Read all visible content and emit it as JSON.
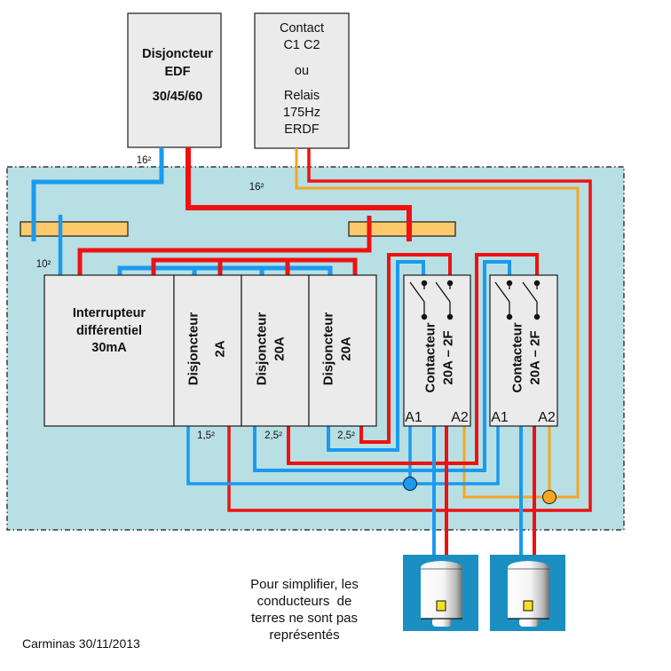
{
  "colors": {
    "panel_background": "#b8dfe3",
    "phase_red": "#ee1111",
    "neutral_blue": "#1a9af0",
    "control_orange": "#f5a623",
    "bus_bar": "#fdc96b",
    "heater_frame": "#1b8fc1",
    "heater_indicator": "#f5e11c"
  },
  "edf_breaker": {
    "line1": "Disjoncteur",
    "line2": "EDF",
    "line3": "30/45/60"
  },
  "contact": {
    "line1": "Contact",
    "line2": "C1 C2",
    "line3": "ou",
    "line4": "Relais",
    "line5": "175Hz",
    "line6": "ERDF"
  },
  "cable_sections": {
    "edf_neutral": "16²",
    "edf_phase": "16²",
    "idr_feed": "10²",
    "d1_out": "1,5²",
    "d2_out": "2,5²",
    "d3_out": "2,5²"
  },
  "rcd": {
    "line1": "Interrupteur",
    "line2": "différentiel",
    "line3": "30mA"
  },
  "breakers": [
    {
      "label": "Disjoncteur",
      "rating": "2A"
    },
    {
      "label": "Disjoncteur",
      "rating": "20A"
    },
    {
      "label": "Disjoncteur",
      "rating": "20A"
    }
  ],
  "contactors": [
    {
      "label": "Contacteur",
      "rating": "20A – 2F",
      "terminal_a1": "A1",
      "terminal_a2": "A2"
    },
    {
      "label": "Contacteur",
      "rating": "20A – 2F",
      "terminal_a1": "A1",
      "terminal_a2": "A2"
    }
  ],
  "note": {
    "line1": "Pour simplifier, les",
    "line2": "conducteurs  de",
    "line3": "terres ne sont pas",
    "line4": "représentés"
  },
  "signature": "Carminas 30/11/2013"
}
